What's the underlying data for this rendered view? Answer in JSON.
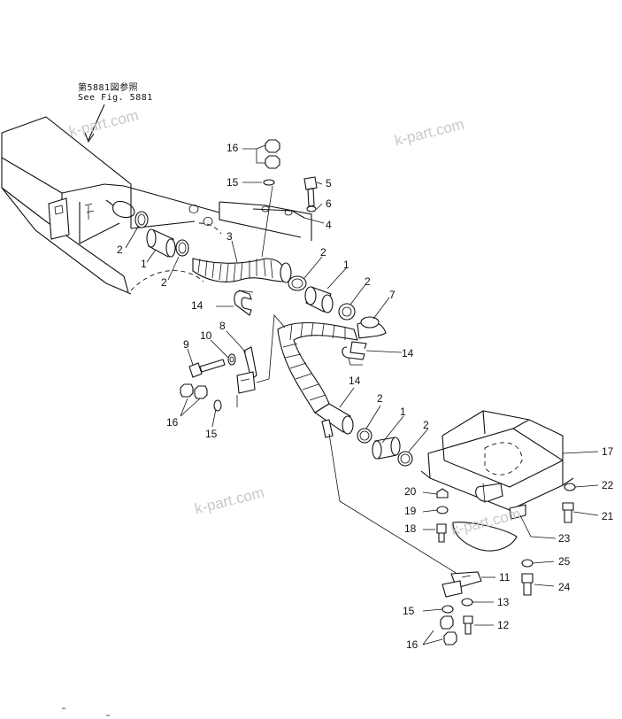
{
  "reference_note": {
    "line1": "第5881図参照",
    "line2": "See Fig. 5881"
  },
  "watermarks": [
    "k-part.com",
    "k-part.com",
    "k-part.com",
    "k-part.com"
  ],
  "callouts": [
    "16",
    "15",
    "5",
    "6",
    "4",
    "3",
    "2",
    "1",
    "2",
    "2",
    "1",
    "2",
    "7",
    "14",
    "8",
    "10",
    "9",
    "14",
    "14",
    "2",
    "1",
    "2",
    "16",
    "15",
    "17",
    "22",
    "21",
    "20",
    "19",
    "18",
    "23",
    "25",
    "24",
    "11",
    "15",
    "13",
    "12",
    "16"
  ]
}
